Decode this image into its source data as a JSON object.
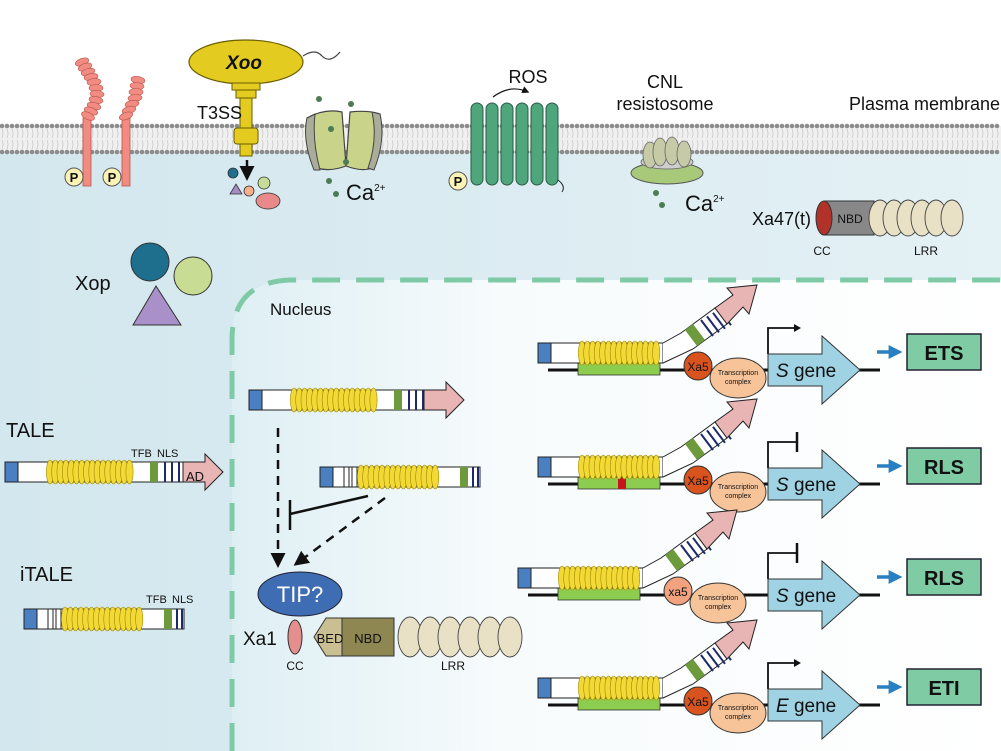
{
  "membrane": {
    "label": "Plasma membrane",
    "ros_label": "ROS",
    "cnl_label_line1": "CNL",
    "cnl_label_line2": "resistosome",
    "xoo_label": "Xoo",
    "t3ss_label": "T3SS",
    "phospho_label": "P",
    "ca_label": "Ca",
    "ca_superscript": "2+"
  },
  "cytoplasm": {
    "xop_label": "Xop",
    "tale_label": "TALE",
    "italе_placeholder": "",
    "italE_label": "iTALE",
    "tfb_label": "TFB",
    "nls_label": "NLS",
    "ad_label": "AD",
    "xa47_label": "Xa47(t)",
    "xa47_cc": "CC",
    "xa47_nbd": "NBD",
    "xa47_lrr": "LRR"
  },
  "nucleus": {
    "label": "Nucleus",
    "tip_label": "TIP?",
    "xa1_label": "Xa1",
    "xa1_cc": "CC",
    "xa1_bed": "BED",
    "xa1_nbd": "NBD",
    "xa1_lrr": "LRR",
    "rows": [
      {
        "protein": "Xa5",
        "complex_line1": "Transcription",
        "complex_line2": "complex",
        "gene_prefix": "S",
        "gene_suffix": " gene",
        "outcome": "ETS",
        "promoter": "active",
        "ebe_mutation": false,
        "protein_color": "#d9531e"
      },
      {
        "protein": "Xa5",
        "complex_line1": "Transcription",
        "complex_line2": "complex",
        "gene_prefix": "S",
        "gene_suffix": " gene",
        "outcome": "RLS",
        "promoter": "blocked",
        "ebe_mutation": true,
        "protein_color": "#d9531e"
      },
      {
        "protein": "xa5",
        "complex_line1": "Transcription",
        "complex_line2": "complex",
        "gene_prefix": "S",
        "gene_suffix": " gene",
        "outcome": "RLS",
        "promoter": "blocked",
        "ebe_mutation": false,
        "protein_color": "#f2a27e"
      },
      {
        "protein": "Xa5",
        "complex_line1": "Transcription",
        "complex_line2": "complex",
        "gene_prefix": "E",
        "gene_suffix": " gene",
        "outcome": "ETI",
        "promoter": "active",
        "ebe_mutation": false,
        "protein_color": "#d9531e"
      }
    ]
  },
  "colors": {
    "cytoplasm": "#d6eaf0",
    "nucleus_border": "#7fcaa6",
    "tale_repeat": "#f2d936",
    "ad_pink": "#e8b4b4",
    "gene_blue": "#9fd3e4",
    "outcome_green": "#7fcba4",
    "ebe_green": "#8ccc4f",
    "tcomplex": "#f7c49a",
    "receptor": "#f28b82",
    "rboh": "#4fa57c",
    "xoo": "#e3cc1f"
  }
}
